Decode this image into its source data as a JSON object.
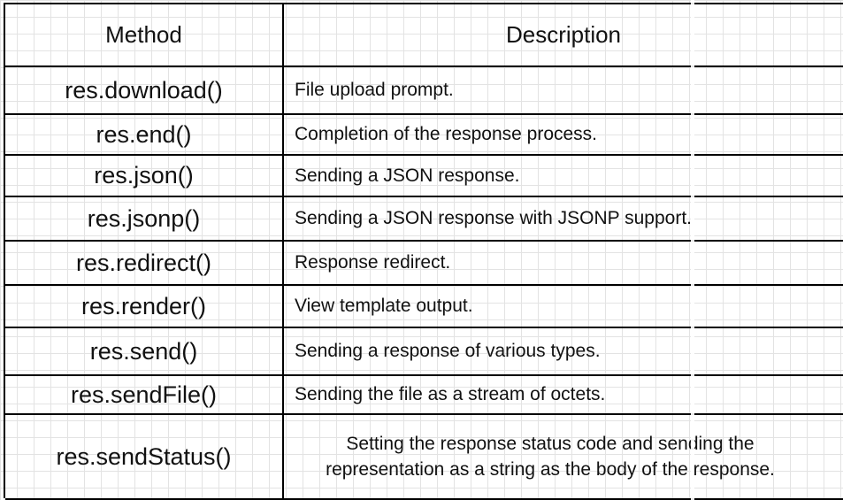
{
  "table": {
    "headers": {
      "method": "Method",
      "description": "Description"
    },
    "rows": [
      {
        "method": "res.download()",
        "description": "File upload prompt."
      },
      {
        "method": "res.end()",
        "description": "Completion of the response process."
      },
      {
        "method": "res.json()",
        "description": "Sending a JSON response."
      },
      {
        "method": "res.jsonp()",
        "description": "Sending a JSON response with JSONP support."
      },
      {
        "method": "res.redirect()",
        "description": "Response redirect."
      },
      {
        "method": "res.render()",
        "description": "View template output."
      },
      {
        "method": "res.send()",
        "description": "Sending a response of various types."
      },
      {
        "method": "res.sendFile()",
        "description": "Sending the file as a stream of octets."
      },
      {
        "method": "res.sendStatus()",
        "description": "Setting the response status code and sending the representation as a string as the body of the response."
      }
    ]
  }
}
